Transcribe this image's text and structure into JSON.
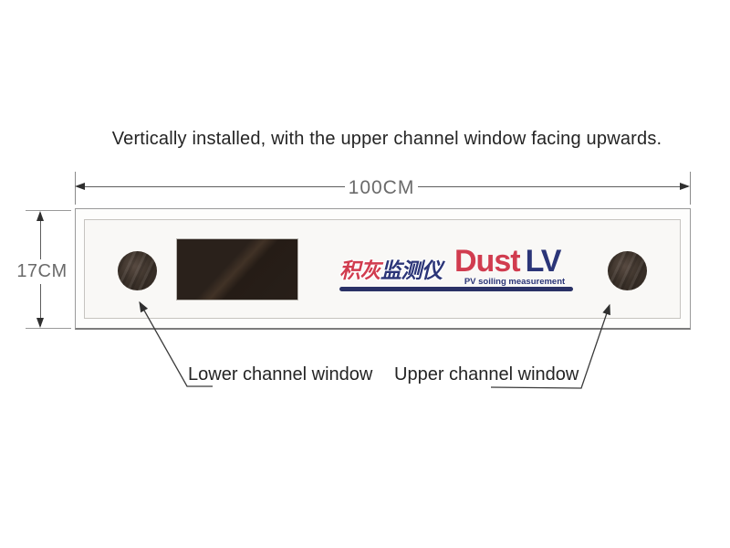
{
  "caption": "Vertically installed, with the upper channel window facing upwards.",
  "dimensions": {
    "width_label": "100CM",
    "height_label": "17CM"
  },
  "device": {
    "logo_cn_red": "积灰",
    "logo_cn_navy": "监测仪",
    "logo_en_red": "Dust",
    "logo_en_navy": "LV",
    "tagline": "PV soiling measurement"
  },
  "annotations": {
    "lower_window": "Lower channel window",
    "upper_window": "Upper channel window"
  },
  "colors": {
    "brand_red": "#d13c4f",
    "brand_navy": "#2b3578",
    "dimension_gray": "#6a6a6a",
    "leader_dark": "#3a3a3a",
    "text_dark": "#242424"
  }
}
